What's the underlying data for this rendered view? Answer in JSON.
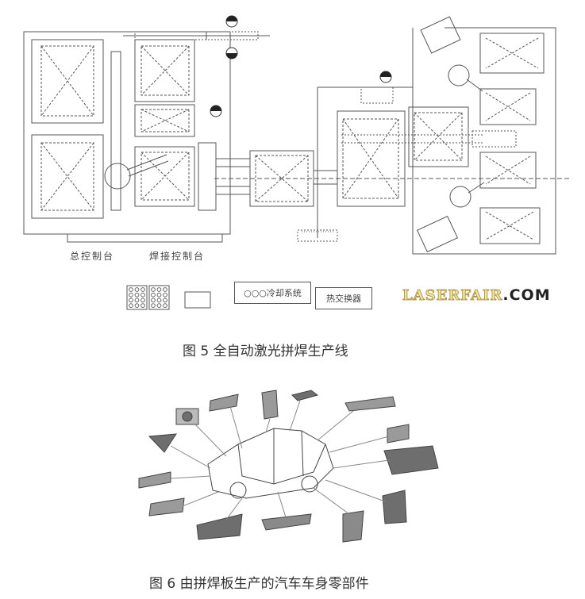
{
  "figure5": {
    "labels": {
      "main_console": "总控制台",
      "welding_console": "焊接控制台",
      "cooling_system": "○○○冷却系统",
      "heat_exchanger": "热交换器"
    },
    "watermark": {
      "brand": "LASERFAIR",
      "suffix": ".COM"
    },
    "caption": "图 5  全自动激光拼焊生产线"
  },
  "figure6": {
    "caption": "图 6  由拼焊板生产的汽车车身零部件"
  },
  "colors": {
    "line": "#555555",
    "part_fill": "#9a9a9a",
    "part_dark": "#6e6e6e"
  }
}
